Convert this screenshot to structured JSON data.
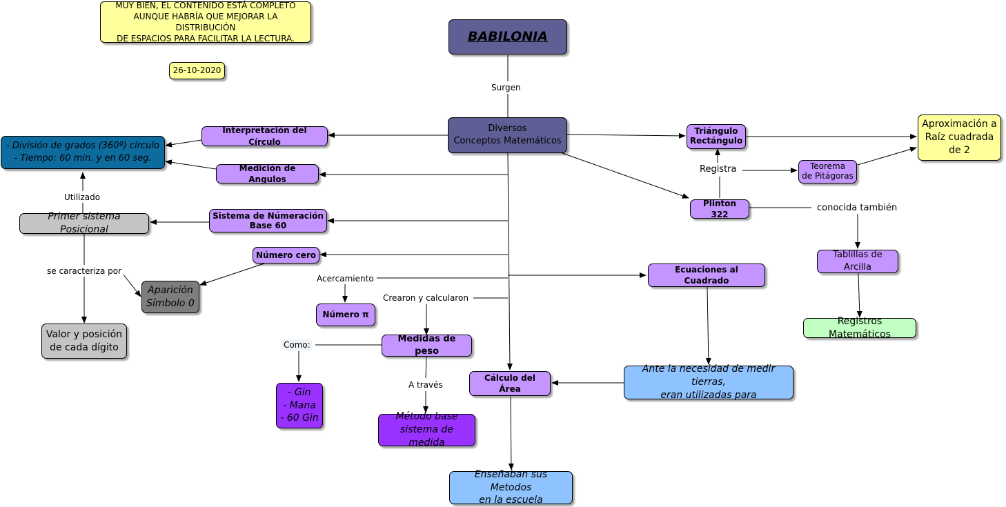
{
  "notes": {
    "feedback": "MUY BIEN, EL CONTENIDO ESTÁ COMPLETO\nAUNQUE HABRÍA QUE MEJORAR LA DISTRIBUCIÓN\nDE ESPACIOS PARA FACILITAR LA LECTURA.",
    "date": "26-10-2020"
  },
  "concepts": {
    "babilonia": "BABILONIA",
    "diversos": "Diversos\nConceptos Matemáticos",
    "interpretacion": "Interpretación del Círculo",
    "division": "- División de grados (360º) círculo\n- Tiempo: 60 min. y en 60 seg.",
    "medicion": "Medición de Angulos",
    "sistema": "Sistema de Númeración\nBase 60",
    "primer": "Primer sistema Posicional",
    "cero": "Número cero",
    "aparicion": "Aparición\nSímbolo 0",
    "valor": "Valor y posición\nde cada dígito",
    "pi": "Número π",
    "medidas": "Medidas de peso",
    "gin": "- Gin\n- Mana\n- 60 Gin",
    "metodo": "Método base\nsistema de medida",
    "calculo": "Cálculo del Área",
    "ensenaban": "Enseñaban sus Metodos\nen la escuela",
    "ecuaciones": "Ecuaciones al Cuadrado",
    "ante": "Ante la necesidad de medir tierras,\neran utilizadas para",
    "triangulo": "Triángulo\nRectángulo",
    "aproximacion": "Aproximación a\nRaíz cuadrada\nde 2",
    "teorema": "Teorema\nde Pitágoras",
    "plinton": "Plinton 322",
    "tablillas": "Tablillas de Arcilla",
    "registros": "Registros Matemáticos"
  },
  "links": {
    "surgen": "Surgen",
    "utilizado": "Utilizado",
    "caracteriza": "se caracteriza por",
    "acercamiento": "Acercamiento",
    "crearon": "Crearon y calcularon",
    "como": "Como:",
    "a_traves": "A través",
    "registra": "Registra",
    "conocida": "conocida también"
  }
}
